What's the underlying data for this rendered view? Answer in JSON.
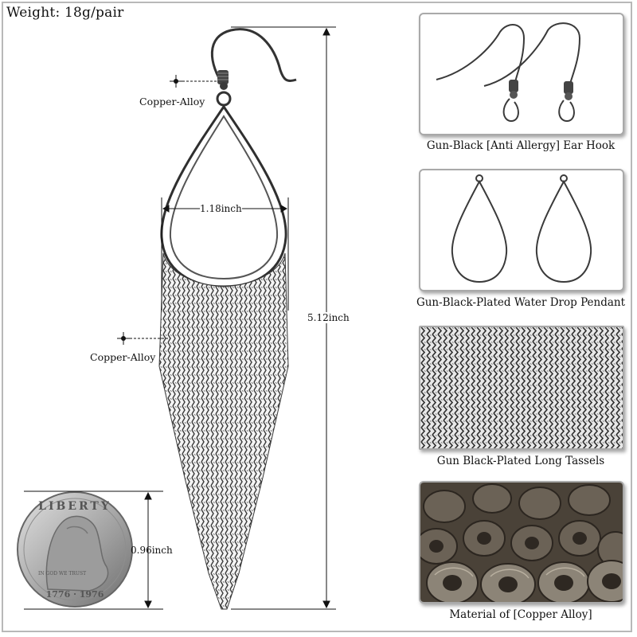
{
  "header": {
    "weight": "Weight: 18g/pair"
  },
  "callouts": {
    "hook_material": "Copper-Alloy",
    "tassel_material": "Copper-Alloy"
  },
  "dimensions": {
    "pendant_width": "1.18inch",
    "total_length": "5.12inch",
    "coin_diameter": "0.96inch"
  },
  "coin": {
    "top_text": "LIBERTY",
    "motto": "IN GOD WE TRUST",
    "years": "1776 · 1976"
  },
  "panels": [
    {
      "caption": "Gun-Black [Anti Allergy] Ear Hook"
    },
    {
      "caption": "Gun-Black-Plated Water Drop Pendant"
    },
    {
      "caption": "Gun Black-Plated Long Tassels"
    },
    {
      "caption": "Material of [Copper Alloy]"
    }
  ],
  "colors": {
    "gunmetal": "#2f2f2f",
    "metal_light": "#8a8a8a",
    "silver_coin": "#bdbdbd",
    "panel_border": "#a9a9a9"
  }
}
